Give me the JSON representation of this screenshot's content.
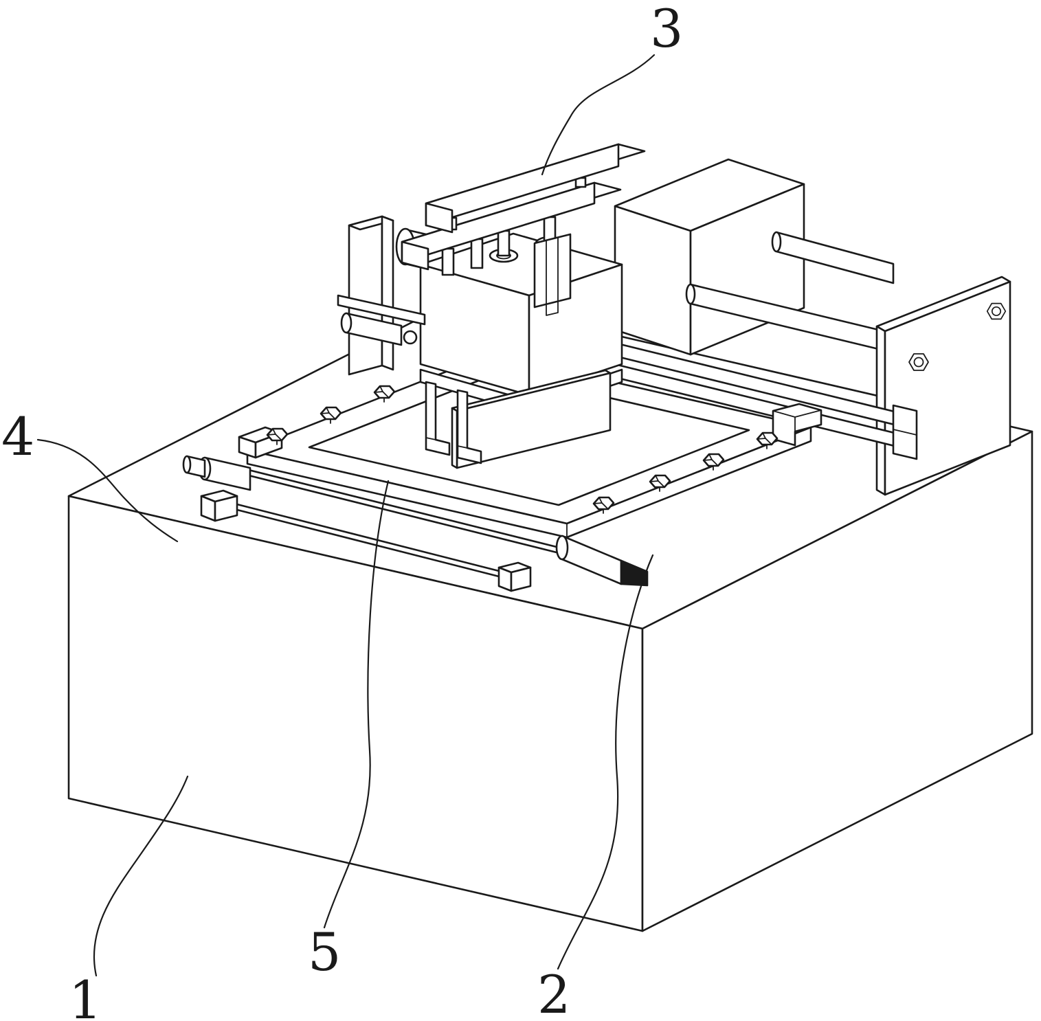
{
  "figure": {
    "background_color": "#ffffff",
    "line_color": "#1a1a1a",
    "labels": {
      "l1": "1",
      "l2": "2",
      "l3": "3",
      "l4": "4",
      "l5": "5"
    }
  }
}
